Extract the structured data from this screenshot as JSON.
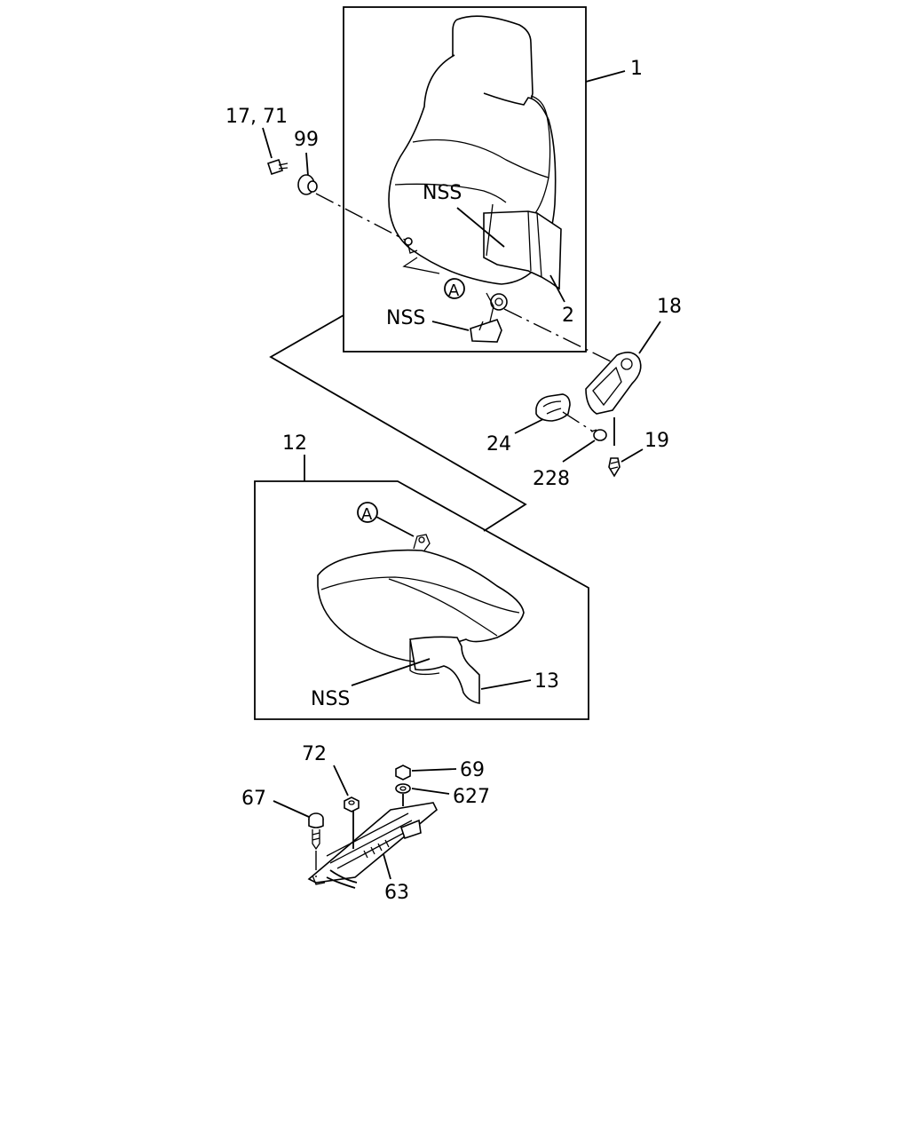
{
  "labels": {
    "seatback_assy": "1",
    "seatback_cover": "2",
    "screw_1771": "17, 71",
    "bushing": "99",
    "nss_back": "NSS",
    "nss_hinge": "NSS",
    "ref_a_upper": "A",
    "hinge_cover": "18",
    "knob": "24",
    "pin": "228",
    "screw": "19",
    "cushion_assy": "12",
    "ref_a_lower": "A",
    "nss_cushion": "NSS",
    "cushion_cover": "13",
    "nut_72": "72",
    "nut_69": "69",
    "washer": "627",
    "bolt": "67",
    "seat_rail": "63"
  }
}
